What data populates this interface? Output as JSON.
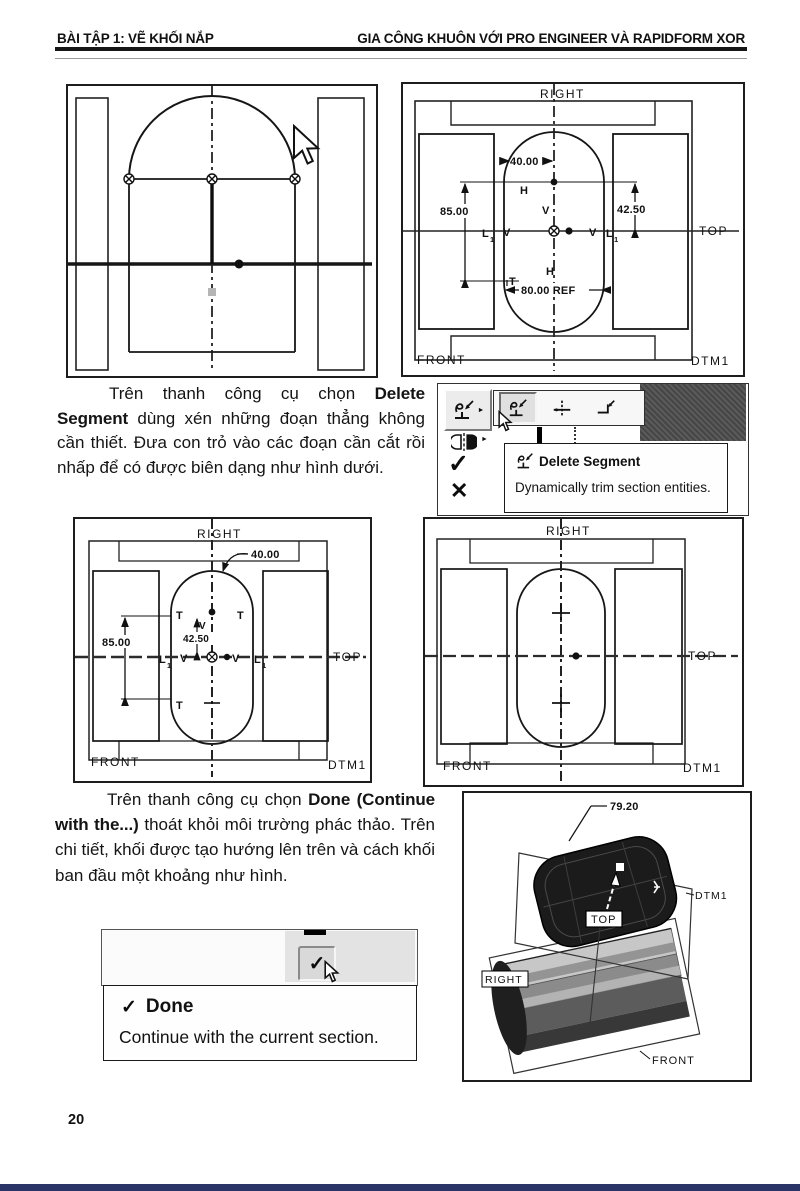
{
  "header": {
    "left": "BÀI TẬP 1: VẼ KHỐI NẮP",
    "right": "GIA CÔNG KHUÔN VỚI PRO ENGINEER VÀ RAPIDFORM XOR"
  },
  "para1": {
    "lead": "Trên thanh công cụ chọn ",
    "bold": "Delete Segment",
    "rest": " dùng xén những đoạn thẳng không cần thiết. Đưa con trỏ vào các đoạn cần cắt rồi nhấp để có được biên dạng như hình dưới."
  },
  "para2": {
    "lead": "Trên thanh công cụ chọn ",
    "bold": "Done (Continue with the...)",
    "rest": " thoát khỏi môi trường phác thảo. Trên chi tiết, khối được tạo hướng lên trên và cách khối ban đầu một khoảng như hình."
  },
  "fig_dims": {
    "right": "RIGHT",
    "top": "TOP",
    "front": "FRONT",
    "dtm1": "DTM1",
    "dim_width": "40.00",
    "dim_height": "85.00",
    "dim_half": "42.50",
    "dim_ref": "80.00 REF",
    "h": "H",
    "v": "V",
    "l": "L",
    "l_sub": "1",
    "t": "T"
  },
  "fig_trim": {
    "right": "RIGHT",
    "top": "TOP",
    "front": "FRONT",
    "dtm1": "DTM1",
    "dim_radius": "40.00",
    "dim_height": "85.00",
    "dim_half": "42.50",
    "t": "T",
    "v": "V",
    "l": "L",
    "l_sub": "1"
  },
  "fig_final": {
    "right": "RIGHT",
    "top": "TOP",
    "front": "FRONT",
    "dtm1": "DTM1"
  },
  "fig_3d": {
    "dim": "79.20",
    "dtm1": "DTM1",
    "top": "TOP",
    "right": "RIGHT",
    "front": "FRONT"
  },
  "delete_tooltip": {
    "title": "Delete Segment",
    "desc": "Dynamically trim section entities."
  },
  "done_tooltip": {
    "title": "Done",
    "desc": "Continue with the current section."
  },
  "icons": {
    "check": "✓",
    "cross": "✕",
    "flyout_arrow": "►"
  },
  "page": {
    "number": "20"
  },
  "colors": {
    "bottom_bar": "#2b3467"
  }
}
